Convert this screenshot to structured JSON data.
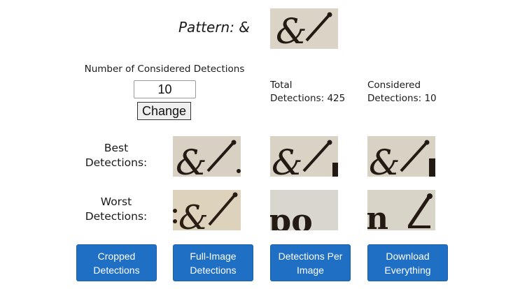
{
  "pattern": {
    "label": "Pattern: &",
    "glyph": "&"
  },
  "considered": {
    "label": "Number of Considered Detections",
    "input_value": "10",
    "change_label": "Change"
  },
  "stats": {
    "total_line1": "Total",
    "total_line2": "Detections: 425",
    "considered_line1": "Considered",
    "considered_line2": "Detections: 10"
  },
  "rows": {
    "best": {
      "line1": "Best",
      "line2": "Detections:",
      "images": [
        "&l.",
        "&i",
        "&i"
      ]
    },
    "worst": {
      "line1": "Worst",
      "line2": "Detections:",
      "images": [
        ":&l",
        "po",
        "nl"
      ]
    }
  },
  "buttons": [
    {
      "line1": "Cropped",
      "line2": "Detections"
    },
    {
      "line1": "Full-Image",
      "line2": "Detections"
    },
    {
      "line1": "Detections Per",
      "line2": "Image"
    },
    {
      "line1": "Download",
      "line2": "Everything"
    }
  ],
  "colors": {
    "button_blue": "#1f6fc5",
    "parchment": "#dcd6c9",
    "ink": "#231a14"
  }
}
